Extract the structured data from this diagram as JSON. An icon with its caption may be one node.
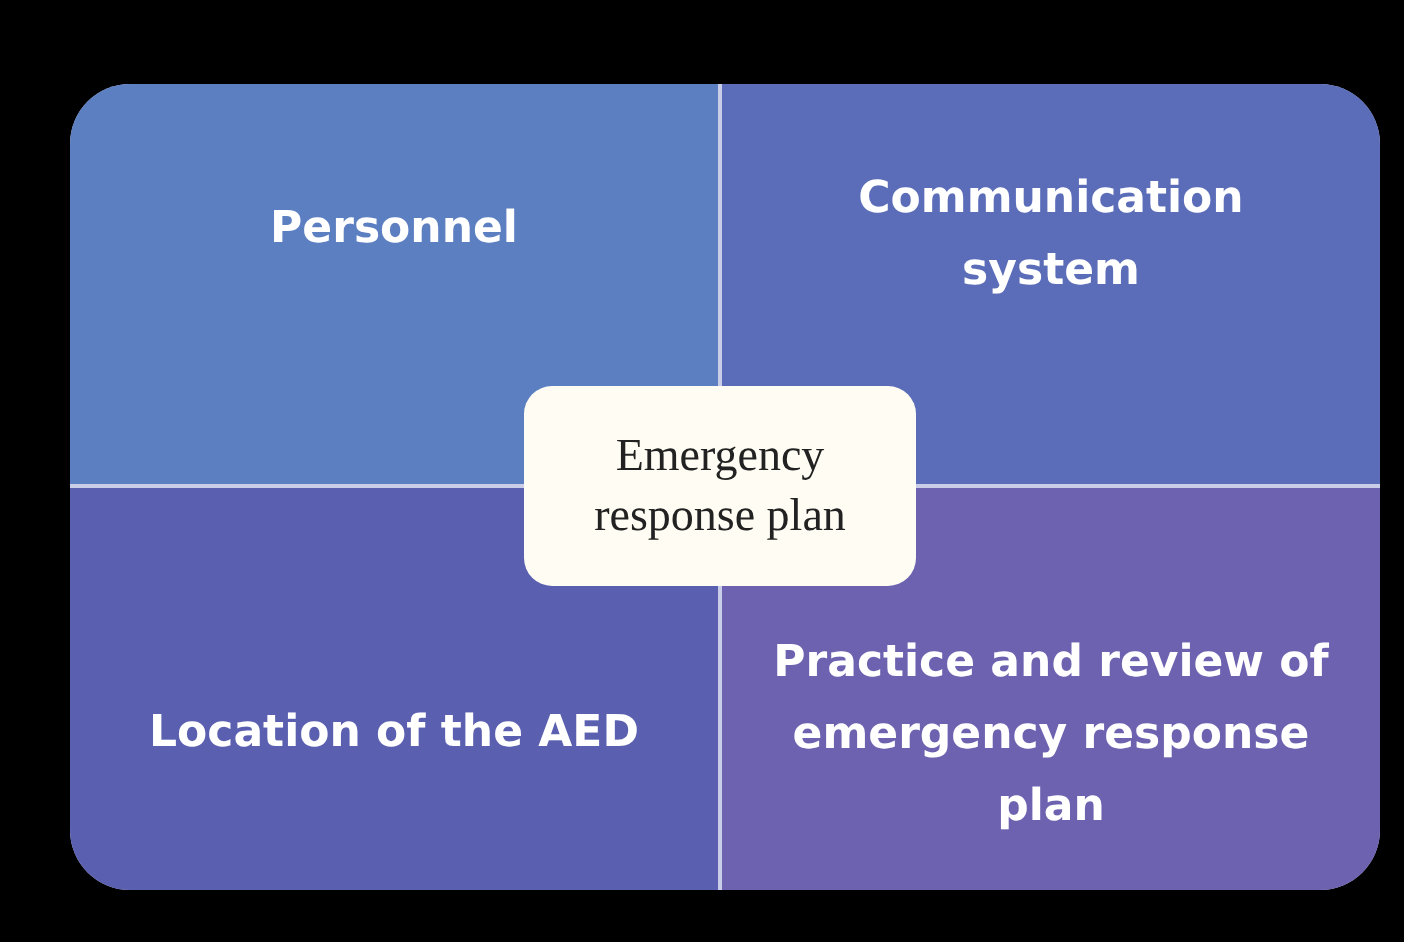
{
  "diagram": {
    "nodes": [
      {
        "text": [
          "Personnel"
        ]
      },
      {
        "text": [
          "Communication system"
        ]
      },
      {
        "text": [
          "Emergency response plan"
        ]
      },
      {
        "text": [
          "Location of the AED"
        ]
      },
      {
        "text": [
          "Practice and review of emergency response plan"
        ]
      }
    ]
  }
}
